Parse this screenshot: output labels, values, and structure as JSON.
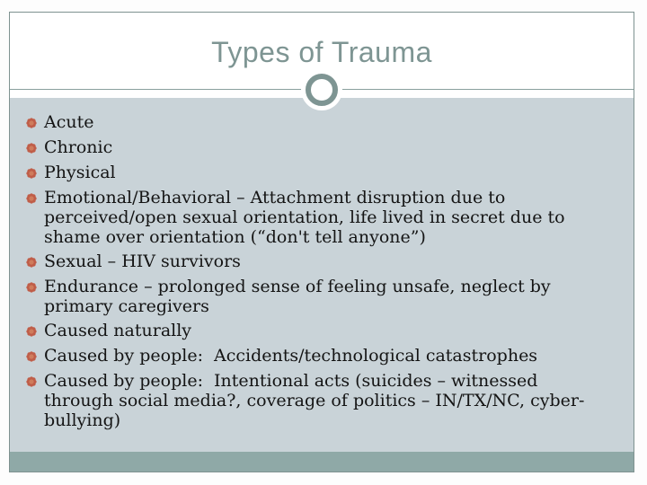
{
  "slide": {
    "title": "Types of Trauma",
    "bullets": [
      "Acute",
      "Chronic",
      "Physical",
      "Emotional/Behavioral – Attachment disruption due to perceived/open sexual orientation, life lived in secret due to shame over orientation (“don't tell anyone”)",
      "Sexual – HIV survivors",
      "Endurance – prolonged sense of feeling unsafe, neglect by primary caregivers",
      "Caused naturally",
      "Caused by people:  Accidents/technological catastrophes",
      "Caused by people:  Intentional acts (suicides – witnessed through social media?, coverage of politics – IN/TX/NC, cyber-bullying)"
    ],
    "icons": {
      "bullet": "flower-asterisk"
    },
    "colors": {
      "bullet_coral": "#bf5d48",
      "bullet_coral_center": "#cf7c5c",
      "title_teal_gray": "#7e9593",
      "content_background": "#c9d3d8",
      "footer_band_teal": "#8fa9a7",
      "frame_border": "#7e9290",
      "divider_line": "#8aa09e",
      "body_text": "#141414"
    }
  }
}
